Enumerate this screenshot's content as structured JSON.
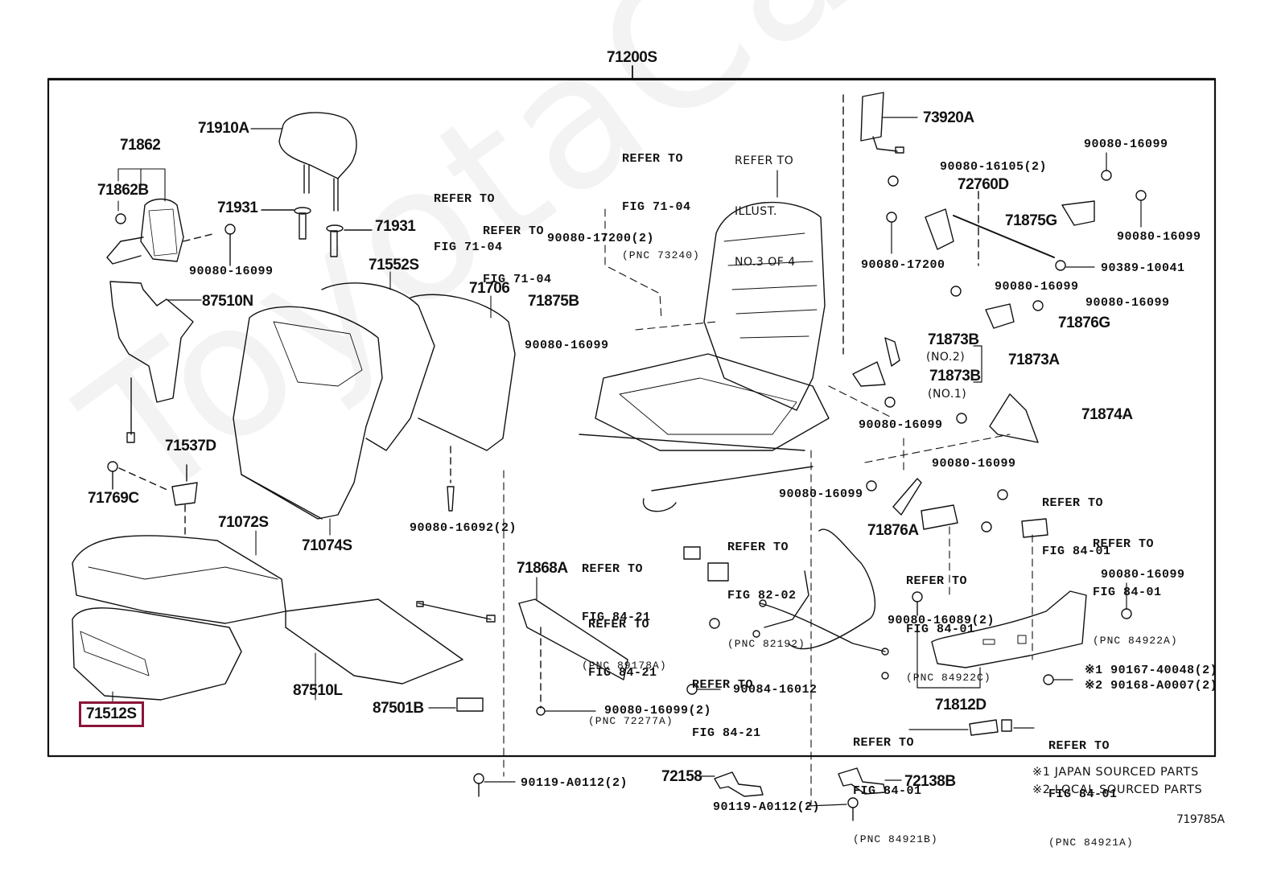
{
  "diagram": {
    "assembly_number": "71200S",
    "illustration_code": "719785A",
    "watermark": "ToyotaCars.ru",
    "highlight_color": "#8a1538",
    "highlighted_part": "71512S",
    "notes": [
      "※1 JAPAN SOURCED PARTS",
      "※2 LOCAL SOURCED PARTS"
    ]
  },
  "parts": {
    "p71910A": "71910A",
    "p71862": "71862",
    "p71862B": "71862B",
    "p71931a": "71931",
    "p71931b": "71931",
    "p90080_16099_a": "90080-16099",
    "p87510N": "87510N",
    "p71552S": "71552S",
    "p71706": "71706",
    "p71537D": "71537D",
    "p71769C": "71769C",
    "p71072S": "71072S",
    "p71074S": "71074S",
    "p90080_16092": "90080-16092(2)",
    "p71512S": "71512S",
    "p87510L": "87510L",
    "p87501B": "87501B",
    "p90080_17200_2": "90080-17200(2)",
    "p71875B": "71875B",
    "p90080_16099_b": "90080-16099",
    "p73920A": "73920A",
    "p90080_16105": "90080-16105(2)",
    "p72760D": "72760D",
    "p90080_17200": "90080-17200",
    "p90080_16099_c": "90080-16099",
    "p71875G": "71875G",
    "p90080_16099_d": "90080-16099",
    "p90389_10041": "90389-10041",
    "p90080_16099_e": "90080-16099",
    "p90080_16099_f": "90080-16099",
    "p71876G": "71876G",
    "p71873B_2": "71873B",
    "p71873B_2_sub": "(NO.2)",
    "p71873A": "71873A",
    "p71873B_1": "71873B",
    "p71873B_1_sub": "(NO.1)",
    "p90080_16099_g": "90080-16099",
    "p71874A": "71874A",
    "p90080_16099_h": "90080-16099",
    "p90080_16099_i": "90080-16099",
    "p71876A": "71876A",
    "p71868A": "71868A",
    "p90084_16012": "90084-16012",
    "p90080_16099_2": "90080-16099(2)",
    "p90080_16089": "90080-16089(2)",
    "p90080_16099_j": "90080-16099",
    "p71812D": "71812D",
    "p90167": "※1 90167-40048(2)",
    "p90168": "※2 90168-A0007(2)",
    "p90119_a": "90119-A0112(2)",
    "p72158": "72158",
    "p90119_b": "90119-A0112(2)",
    "p72138B": "72138B"
  },
  "references": {
    "r1": {
      "line1": "REFER TO",
      "line2": "FIG 71-04",
      "pnc": "(PNC 73240)"
    },
    "r2": {
      "line1": "REFER TO",
      "line2": "FIG 71-04"
    },
    "r3": {
      "line1": "REFER TO",
      "line2": "FIG 71-04"
    },
    "r4": {
      "line1": "REFER TO",
      "line2": "ILLUST.",
      "line3": "NO.3 OF 4"
    },
    "r5": {
      "line1": "REFER TO",
      "line2": "FIG 82-02",
      "pnc": "(PNC 82192)"
    },
    "r6": {
      "line1": "REFER TO",
      "line2": "FIG 84-21",
      "pnc": "(PNC 89178A)"
    },
    "r7": {
      "line1": "REFER TO",
      "line2": "FIG 84-21",
      "pnc": "(PNC 72277A)"
    },
    "r8": {
      "line1": "REFER TO",
      "line2": "FIG 84-21"
    },
    "r9": {
      "line1": "REFER TO",
      "line2": "FIG 84-01"
    },
    "r10": {
      "line1": "REFER TO",
      "line2": "FIG 84-01",
      "pnc": "(PNC 84922A)"
    },
    "r11": {
      "line1": "REFER TO",
      "line2": "FIG 84-01",
      "pnc": "(PNC 84922C)"
    },
    "r12": {
      "line1": "REFER TO",
      "line2": "FIG 84-01",
      "pnc": "(PNC 84921B)"
    },
    "r13": {
      "line1": "REFER TO",
      "line2": "FIG 84-01",
      "pnc": "(PNC 84921A)"
    }
  }
}
